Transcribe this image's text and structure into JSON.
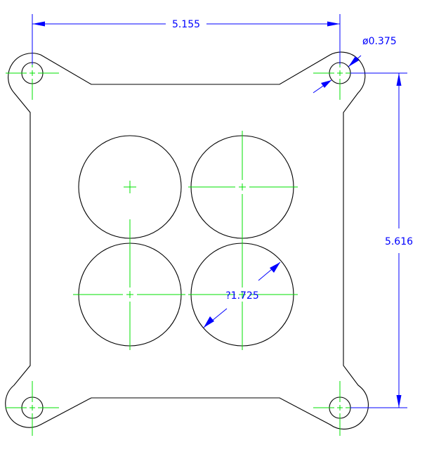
{
  "colors": {
    "outline": "#000000",
    "centerline": "#00e000",
    "dimension": "#0000ff",
    "background": "#ffffff"
  },
  "dimensions": {
    "width": "5.155",
    "height": "5.616",
    "bolt_hole_diameter": "ø0.375",
    "bore_diameter": "?1.725"
  }
}
